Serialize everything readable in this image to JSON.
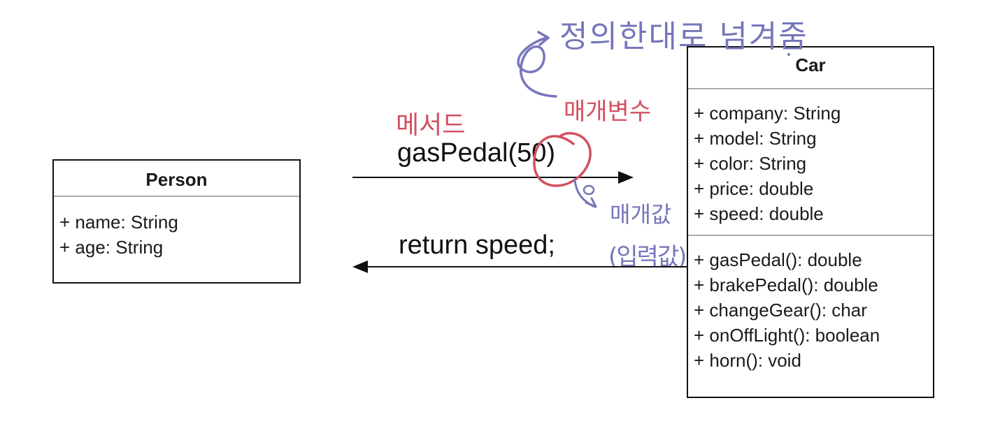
{
  "person": {
    "title": "Person",
    "attributes": [
      "+ name: String",
      "+ age: String"
    ]
  },
  "car": {
    "title": "Car",
    "attributes": [
      "+ company: String",
      "+ model: String",
      "+ color: String",
      "+ price: double",
      "+ speed: double"
    ],
    "methods": [
      "+ gasPedal(): double",
      "+ brakePedal(): double",
      "+ changeGear(): char",
      "+ onOffLight(): boolean",
      "+ horn(): void"
    ]
  },
  "messages": {
    "call": {
      "name": "gasPedal(",
      "arg": "50",
      "close": ")"
    },
    "return": "return speed;"
  },
  "annotations": {
    "passes_as_defined": "정의한대로 넘겨줌",
    "parameter": "매개변수",
    "method": "메서드",
    "argument": "매개값",
    "input_value": "(입력값)"
  },
  "colors": {
    "annotation_purple": "#7676bb",
    "annotation_red": "#d25060",
    "line": "#111111"
  }
}
